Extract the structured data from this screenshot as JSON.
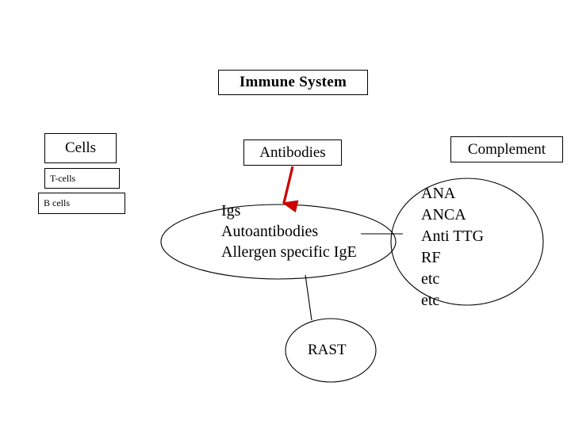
{
  "diagram": {
    "title": "Immune System",
    "background_color": "#ffffff",
    "stroke_color": "#000000",
    "arrow_color": "#cc0000",
    "boxes": {
      "title": "Immune System",
      "cells": "Cells",
      "t_cells": "T-cells",
      "b_cells": "B cells",
      "antibodies": "Antibodies",
      "complement": "Complement"
    },
    "antibody_ellipse": {
      "lines": [
        "Igs",
        "Autoantibodies",
        "Allergen specific IgE"
      ]
    },
    "complement_ellipse": {
      "lines": [
        "ANA",
        "ANCA",
        "Anti TTG",
        "RF",
        "etc",
        "etc"
      ]
    },
    "rast_ellipse": {
      "label": "RAST"
    },
    "connectors": {
      "antibodies_to_igs": "red-arrow-down",
      "igs_to_markers": "horizontal-line",
      "igs_to_rast": "vertical-line"
    }
  }
}
